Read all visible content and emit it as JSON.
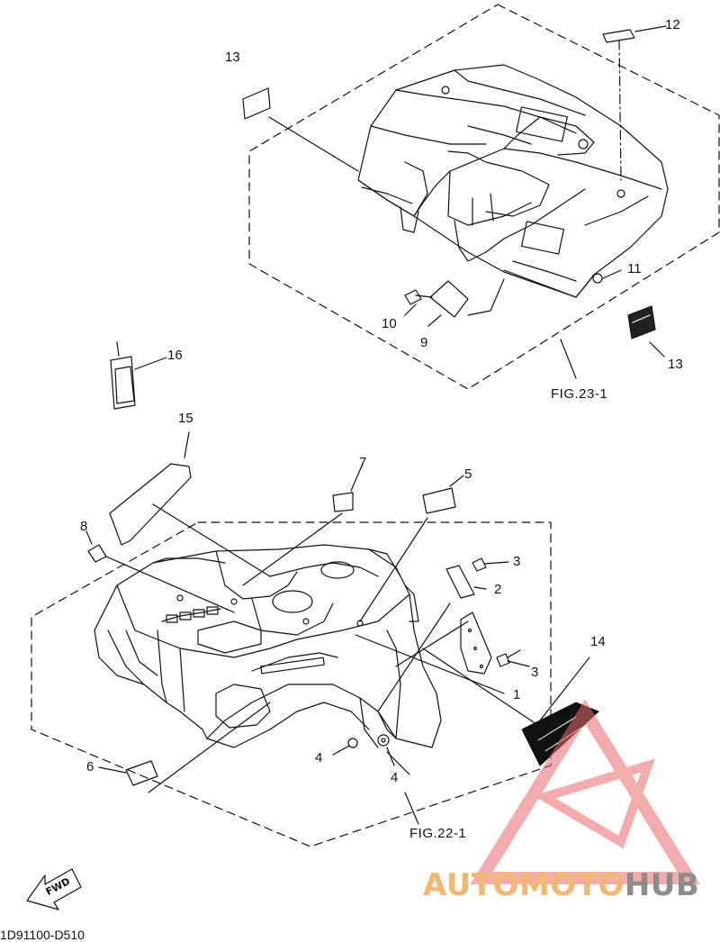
{
  "labels": {
    "n1": "1",
    "n2": "2",
    "n3a": "3",
    "n3b": "3",
    "n4a": "4",
    "n4b": "4",
    "n5": "5",
    "n6": "6",
    "n7": "7",
    "n8": "8",
    "n9": "9",
    "n10": "10",
    "n11": "11",
    "n12": "12",
    "n13a": "13",
    "n13b": "13",
    "n14": "14",
    "n15": "15",
    "n16": "16"
  },
  "figures": {
    "fig23": "FIG.23-1",
    "fig22": "FIG.22-1"
  },
  "diagram_code": "1D91100-D510",
  "fwd_label": "FWD",
  "watermark": {
    "part1": "AUTOMOTO",
    "part2": "HUB",
    "color1": "#F2B872",
    "color2": "#8C8C8C",
    "triangle_color": "#E86A6A"
  }
}
